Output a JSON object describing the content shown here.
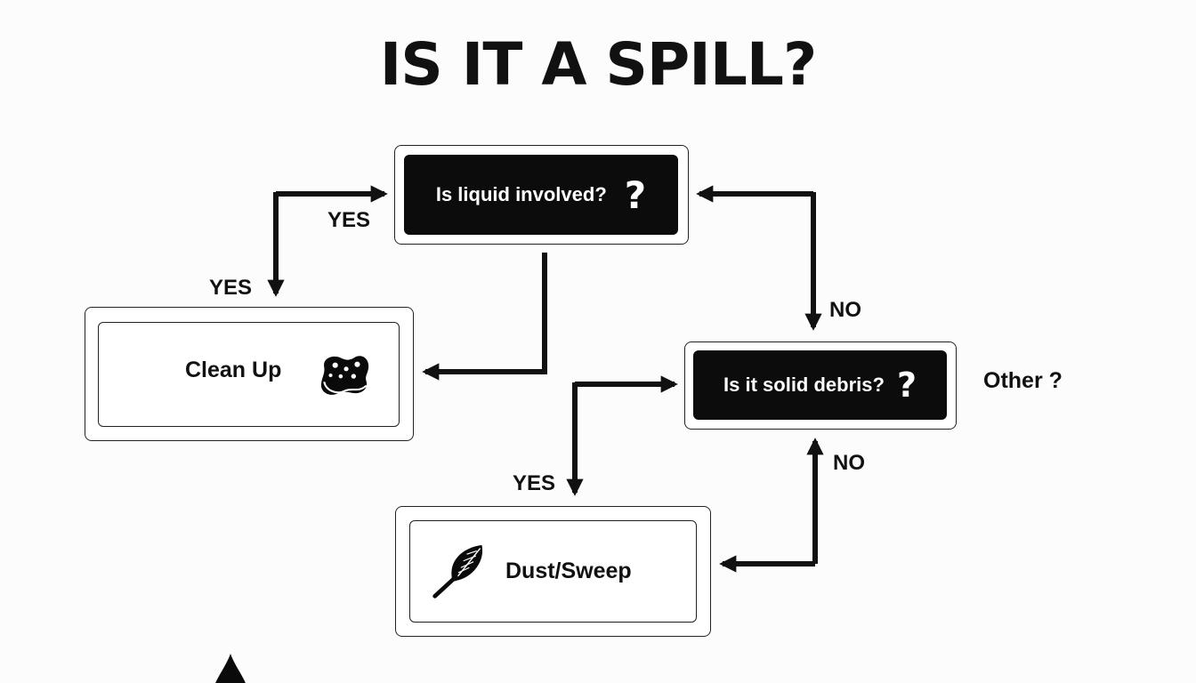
{
  "title": "IS IT A SPILL?",
  "nodes": {
    "liquid_question": {
      "text": "Is liquid involved?",
      "mark": "?"
    },
    "solid_question": {
      "text": "Is it solid debris?",
      "mark": "?"
    },
    "clean_up": {
      "label": "Clean Up",
      "icons": [
        "water-drop-icon",
        "sponge-icon"
      ]
    },
    "dust_sweep": {
      "label": "Dust/Sweep",
      "icons": [
        "feather-duster-icon"
      ]
    }
  },
  "edges": {
    "yes_upper": "YES",
    "yes_left": "YES",
    "no_right_upper": "NO",
    "yes_lower": "YES",
    "no_right_lower": "NO"
  },
  "side_note": "Other ?",
  "colors": {
    "decision_fill": "#0c0c0c",
    "decision_text": "#ffffff",
    "line": "#111111",
    "background": "#fcfcfc"
  }
}
